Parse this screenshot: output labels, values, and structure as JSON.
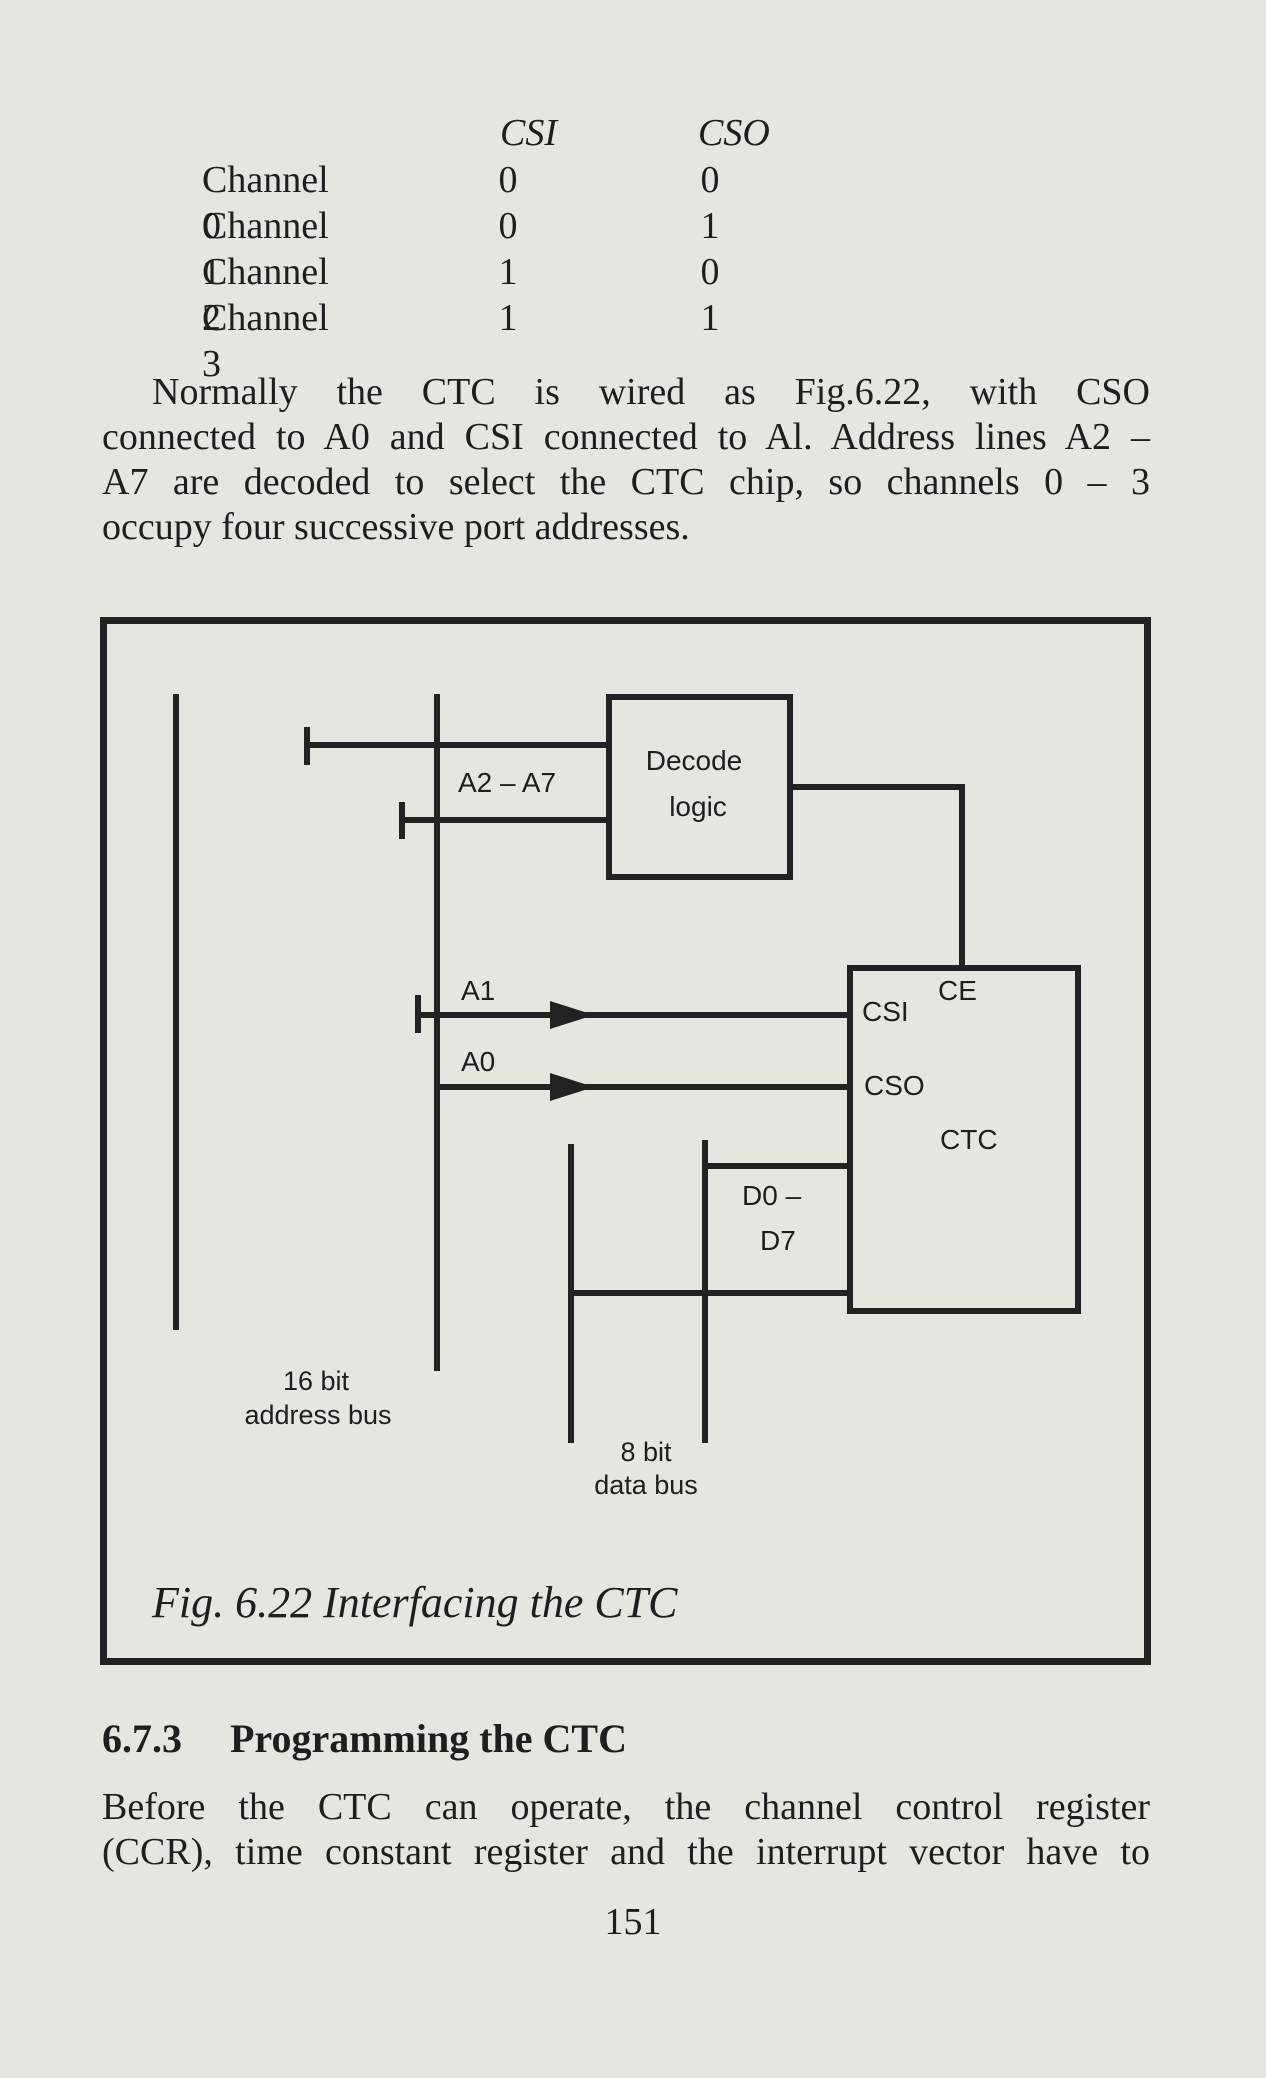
{
  "table": {
    "col_csi": "CSI",
    "col_cso": "CSO",
    "rows": [
      {
        "label": "Channel 0",
        "csi": "0",
        "cso": "0"
      },
      {
        "label": "Channel 1",
        "csi": "0",
        "cso": "1"
      },
      {
        "label": "Channel 2",
        "csi": "1",
        "cso": "0"
      },
      {
        "label": "Channel 3",
        "csi": "1",
        "cso": "1"
      }
    ]
  },
  "paragraph1": {
    "lines": [
      "Normally the CTC is wired as Fig.6.22, with CSO",
      "connected to A0 and CSI connected to Al. Address lines A2 –",
      "A7 are decoded to select the CTC chip, so channels 0 – 3",
      "occupy four successive port addresses."
    ]
  },
  "figure": {
    "decode_line1": "Decode",
    "decode_line2": "logic",
    "a2a7": "A2 – A7",
    "a1": "A1",
    "a0": "A0",
    "csi": "CSI",
    "ce": "CE",
    "cso": "CSO",
    "ctc": "CTC",
    "d_label_top": "D0 –",
    "d_label_bottom": "D7",
    "addr_bus_line1": "16 bit",
    "addr_bus_line2": "address bus",
    "data_bus_line1": "8 bit",
    "data_bus_line2": "data bus",
    "caption": "Fig. 6.22 Interfacing the CTC"
  },
  "section": {
    "number": "6.7.3",
    "title": "Programming the CTC"
  },
  "paragraph2": {
    "lines": [
      "Before the CTC can operate, the channel control register",
      "(CCR), time constant register and the interrupt vector have to"
    ]
  },
  "page_number": "151"
}
